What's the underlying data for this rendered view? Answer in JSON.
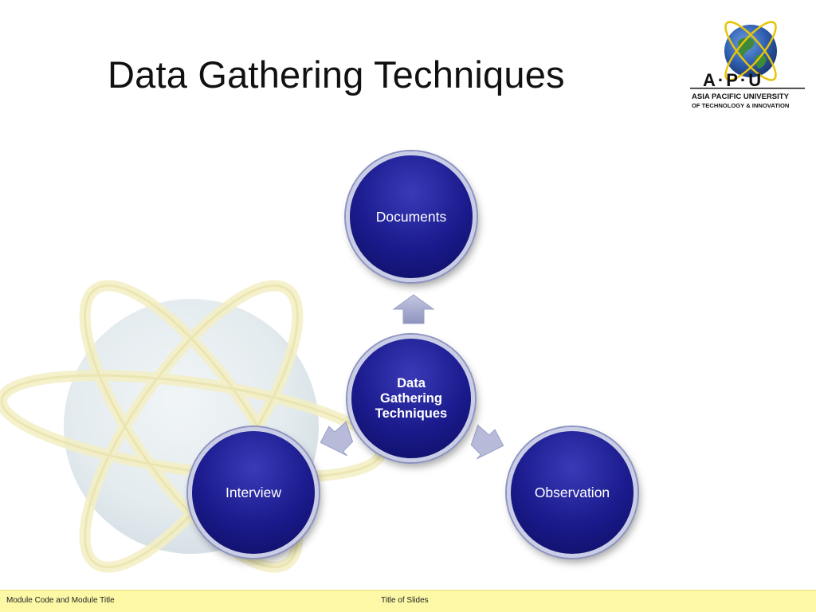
{
  "slide": {
    "title": "Data Gathering Techniques"
  },
  "logo": {
    "letters": "A·P·U",
    "line1": "ASIA PACIFIC UNIVERSITY",
    "line2": "OF TECHNOLOGY & INNOVATION"
  },
  "diagram": {
    "center": "Data Gathering Techniques",
    "nodes": {
      "top": "Documents",
      "left": "Interview",
      "right": "Observation"
    }
  },
  "footer": {
    "left": "Module Code and Module Title",
    "center": "Title of Slides"
  }
}
